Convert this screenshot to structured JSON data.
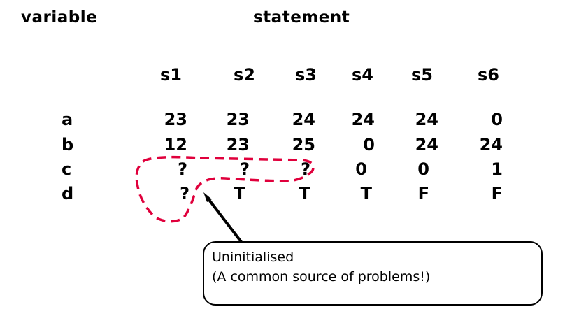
{
  "headers": {
    "variable": "variable",
    "statement": "statement"
  },
  "columns": [
    "s1",
    "s2",
    "s3",
    "s4",
    "s5",
    "s6"
  ],
  "rows": [
    {
      "name": "a",
      "values": [
        "23",
        "23",
        "24",
        "24",
        "24",
        "0"
      ]
    },
    {
      "name": "b",
      "values": [
        "12",
        "23",
        "25",
        "0",
        "24",
        "24"
      ]
    },
    {
      "name": "c",
      "values": [
        "?",
        "?",
        "?",
        "0",
        "0",
        "1"
      ]
    },
    {
      "name": "d",
      "values": [
        "?",
        "T",
        "T",
        "T",
        "F",
        "F"
      ]
    }
  ],
  "callout": {
    "line1": "Uninitialised",
    "line2": "(A common source of problems!)"
  },
  "colors": {
    "highlight": "#e0003c",
    "text": "#000000"
  }
}
